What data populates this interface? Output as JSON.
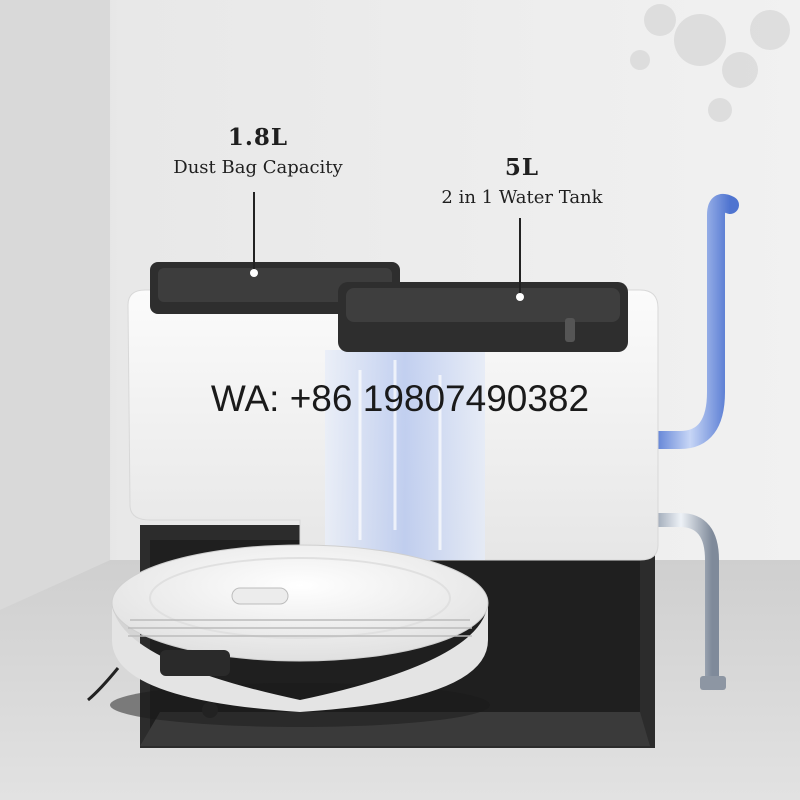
{
  "labels": {
    "dust_bag": {
      "value": "1.8L",
      "text": "Dust Bag Capacity"
    },
    "water_tank": {
      "value": "5L",
      "text": "2 in 1 Water Tank"
    }
  },
  "watermark": "WA: +86 19807490382",
  "colors": {
    "background": "#eeeeee",
    "station_body": "#f5f5f5",
    "station_base": "#2b2b2b",
    "lid": "#2f2f2f",
    "water_pipe": "#6f8fd6",
    "robot": "#f2f2f2"
  }
}
